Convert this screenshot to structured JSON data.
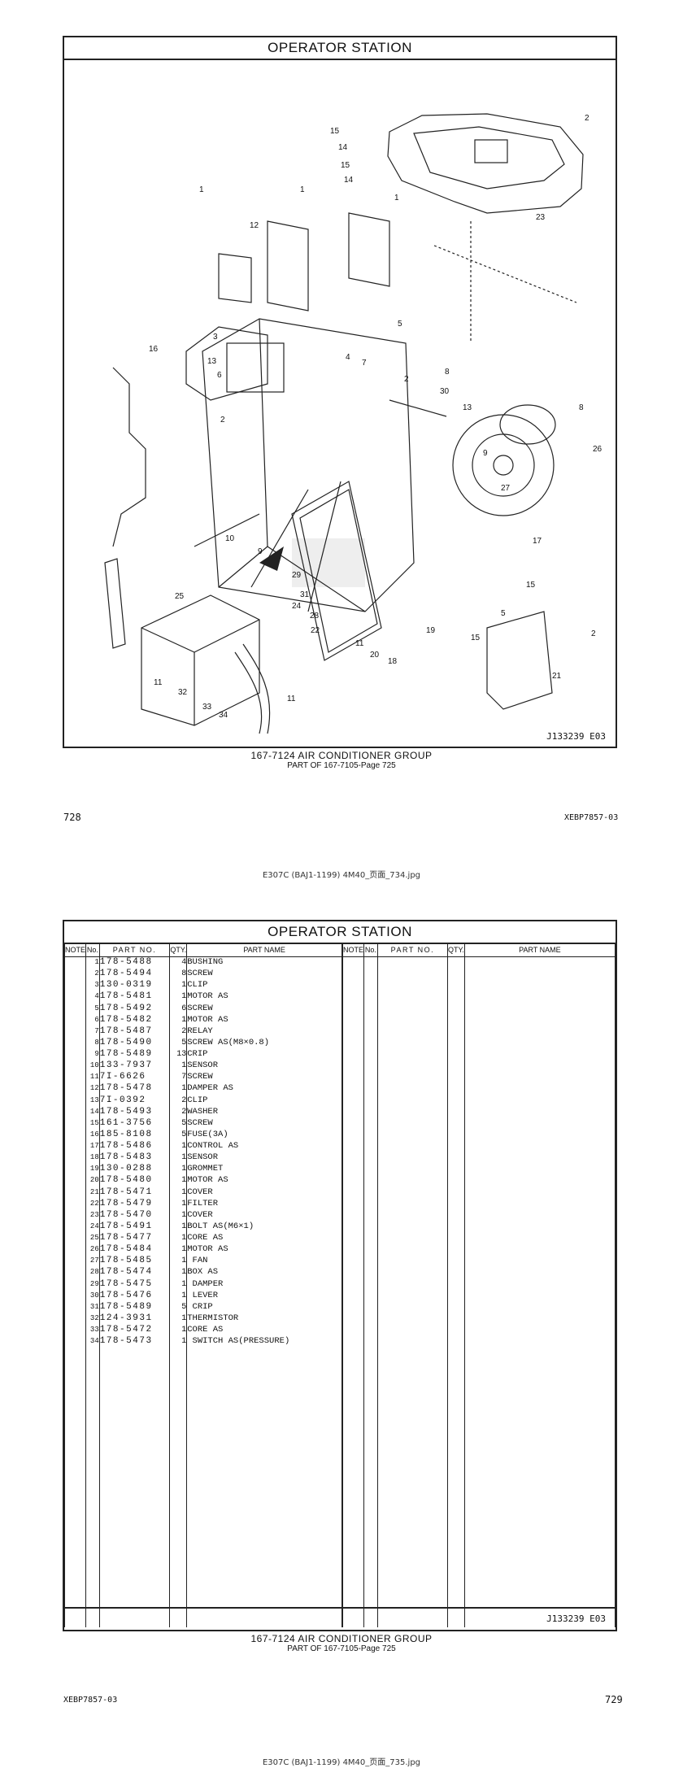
{
  "page1": {
    "title": "OPERATOR STATION",
    "figure_id": "J133239  E03",
    "caption_main": "167-7124 AIR CONDITIONER GROUP",
    "caption_sub": "PART OF 167-7105-Page 725",
    "page_number": "728",
    "doc_code": "XEBP7857-03",
    "file_name": "E307C (BAJ1-1199) 4M40_页面_734.jpg",
    "callouts": [
      "1",
      "2",
      "3",
      "4",
      "5",
      "6",
      "7",
      "8",
      "9",
      "10",
      "11",
      "12",
      "13",
      "14",
      "15",
      "16",
      "17",
      "18",
      "19",
      "20",
      "21",
      "22",
      "23",
      "24",
      "25",
      "26",
      "27",
      "28",
      "29",
      "30",
      "31",
      "32",
      "33",
      "34"
    ]
  },
  "page2": {
    "title": "OPERATOR STATION",
    "headers": {
      "note": "NOTE",
      "no": "No.",
      "part_no": "PART NO.",
      "qty": "QTY.",
      "part_name": "PART NAME"
    },
    "rows": [
      {
        "no": "1",
        "part": "178-5488",
        "qty": "4",
        "name": "BUSHING"
      },
      {
        "no": "2",
        "part": "178-5494",
        "qty": "8",
        "name": "SCREW"
      },
      {
        "no": "3",
        "part": "130-0319",
        "qty": "1",
        "name": "CLIP"
      },
      {
        "no": "4",
        "part": "178-5481",
        "qty": "1",
        "name": "MOTOR AS"
      },
      {
        "no": "5",
        "part": "178-5492",
        "qty": "6",
        "name": "SCREW"
      },
      {
        "no": "6",
        "part": "178-5482",
        "qty": "1",
        "name": "MOTOR AS"
      },
      {
        "no": "7",
        "part": "178-5487",
        "qty": "2",
        "name": "RELAY"
      },
      {
        "no": "8",
        "part": "178-5490",
        "qty": "5",
        "name": "SCREW AS(M8×0.8)"
      },
      {
        "no": "9",
        "part": "178-5489",
        "qty": "13",
        "name": "CRIP"
      },
      {
        "no": "10",
        "part": "133-7937",
        "qty": "1",
        "name": "SENSOR"
      },
      {
        "no": "11",
        "part": "7I-6626",
        "qty": "7",
        "name": "SCREW"
      },
      {
        "no": "12",
        "part": "178-5478",
        "qty": "1",
        "name": "DAMPER AS"
      },
      {
        "no": "13",
        "part": "7I-0392",
        "qty": "2",
        "name": "CLIP"
      },
      {
        "no": "14",
        "part": "178-5493",
        "qty": "2",
        "name": "WASHER"
      },
      {
        "no": "15",
        "part": "161-3756",
        "qty": "5",
        "name": "SCREW"
      },
      {
        "no": "16",
        "part": "185-8108",
        "qty": "5",
        "name": "FUSE(3A)"
      },
      {
        "no": "17",
        "part": "178-5486",
        "qty": "1",
        "name": "CONTROL AS"
      },
      {
        "no": "18",
        "part": "178-5483",
        "qty": "1",
        "name": "SENSOR"
      },
      {
        "no": "19",
        "part": "130-0288",
        "qty": "1",
        "name": "GROMMET"
      },
      {
        "no": "20",
        "part": "178-5480",
        "qty": "1",
        "name": "MOTOR AS"
      },
      {
        "no": "21",
        "part": "178-5471",
        "qty": "1",
        "name": "COVER"
      },
      {
        "no": "22",
        "part": "178-5479",
        "qty": "1",
        "name": "FILTER"
      },
      {
        "no": "23",
        "part": "178-5470",
        "qty": "1",
        "name": "COVER"
      },
      {
        "no": "24",
        "part": "178-5491",
        "qty": "1",
        "name": "BOLT AS(M6×1)"
      },
      {
        "no": "25",
        "part": "178-5477",
        "qty": "1",
        "name": "CORE AS"
      },
      {
        "no": "26",
        "part": "178-5484",
        "qty": "1",
        "name": "MOTOR AS"
      },
      {
        "no": "27",
        "part": "178-5485",
        "qty": "1",
        "name": " FAN"
      },
      {
        "no": "28",
        "part": "178-5474",
        "qty": "1",
        "name": "BOX AS"
      },
      {
        "no": "29",
        "part": "178-5475",
        "qty": "1",
        "name": " DAMPER"
      },
      {
        "no": "30",
        "part": "178-5476",
        "qty": "1",
        "name": " LEVER"
      },
      {
        "no": "31",
        "part": "178-5489",
        "qty": "5",
        "name": " CRIP"
      },
      {
        "no": "32",
        "part": "124-3931",
        "qty": "1",
        "name": "THERMISTOR"
      },
      {
        "no": "33",
        "part": "178-5472",
        "qty": "1",
        "name": "CORE AS"
      },
      {
        "no": "34",
        "part": "178-5473",
        "qty": "1",
        "name": " SWITCH AS(PRESSURE)"
      }
    ],
    "figure_id": "J133239  E03",
    "caption_main": "167-7124 AIR CONDITIONER GROUP",
    "caption_sub": "PART OF 167-7105-Page 725",
    "page_number": "729",
    "doc_code": "XEBP7857-03",
    "file_name": "E307C (BAJ1-1199) 4M40_页面_735.jpg"
  }
}
